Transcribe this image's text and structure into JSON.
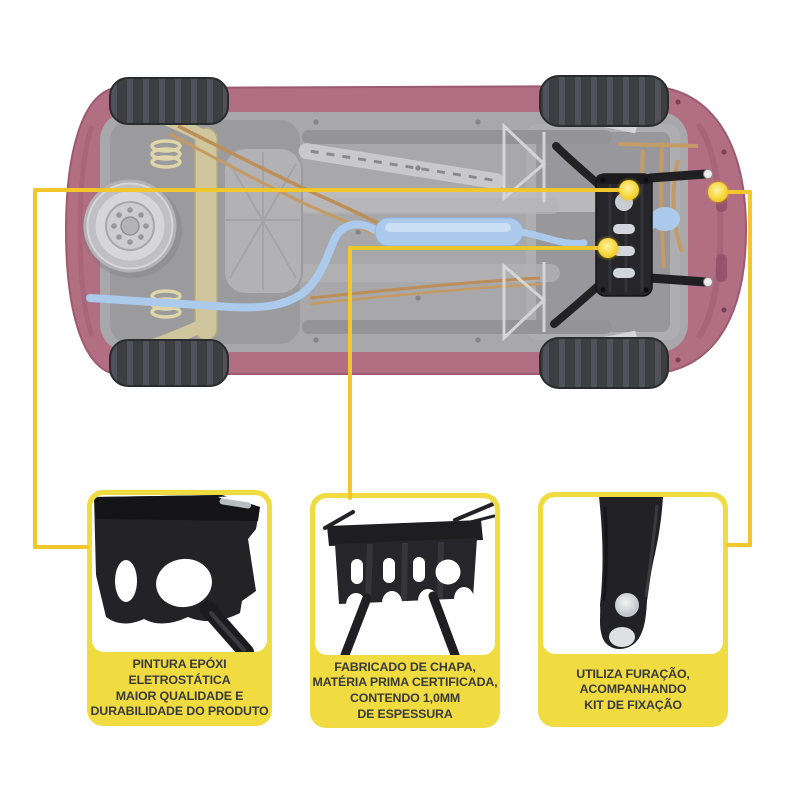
{
  "product": {
    "subject": "car-underbody-skid-plate-infographic"
  },
  "cards": [
    {
      "id": "paint",
      "lines": [
        "PINTURA EPÓXI",
        "ELETROSTÁTICA",
        "MAIOR QUALIDADE E",
        "DURABILIDADE DO PRODUTO"
      ]
    },
    {
      "id": "material",
      "lines": [
        "FABRICADO DE CHAPA,",
        "MATÉRIA PRIMA CERTIFICADA,",
        "CONTENDO 1,0MM",
        "DE ESPESSURA"
      ]
    },
    {
      "id": "mounting",
      "lines": [
        "UTILIZA FURAÇÃO,",
        "ACOMPANHANDO",
        "KIT DE FIXAÇÃO"
      ]
    }
  ],
  "colors": {
    "callout_line_gold": "#f1c72c",
    "card_yellow": "#f0dc41",
    "caption_text": "#3a3a3a",
    "body_pink": "#b26e82",
    "chassis_gray": "#a8a8ab",
    "exhaust_blue": "#abcaec",
    "axle_tan": "#cfc69e",
    "product_black": "#232326"
  }
}
